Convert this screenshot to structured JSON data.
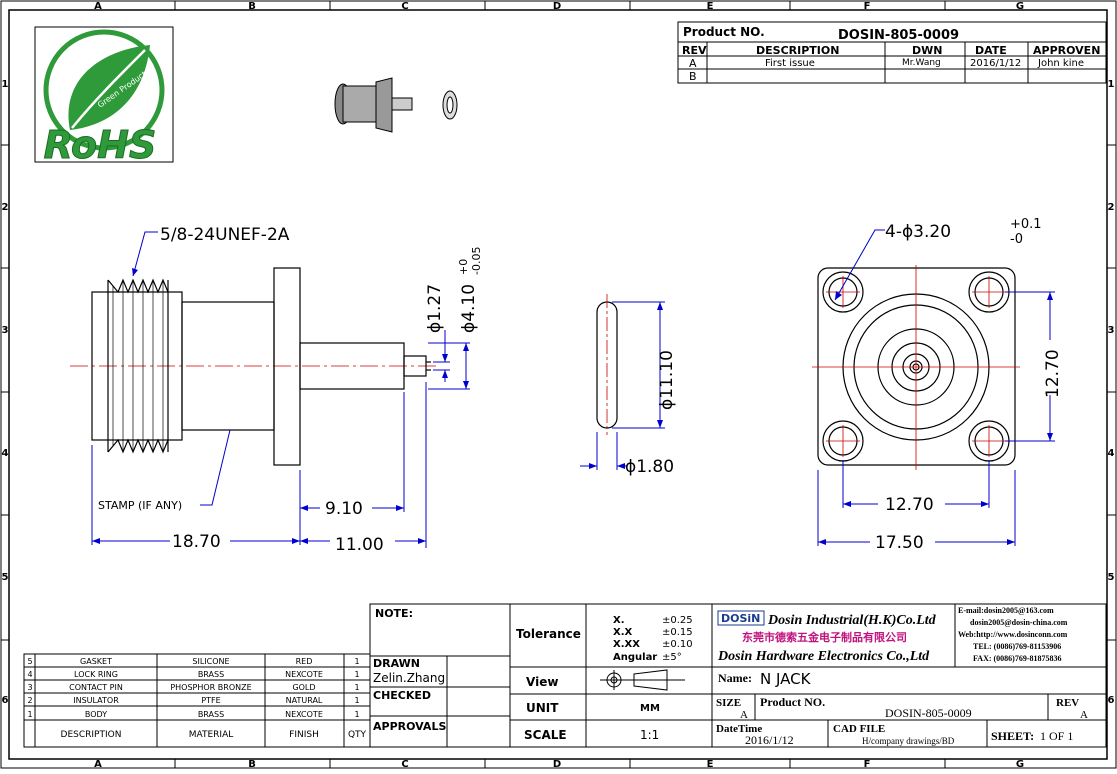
{
  "grid": {
    "cols": [
      "A",
      "B",
      "C",
      "D",
      "E",
      "F",
      "G"
    ],
    "rows": [
      "1",
      "2",
      "3",
      "4",
      "5",
      "6"
    ]
  },
  "logo": {
    "text": "RoHS",
    "small": "Green Product"
  },
  "revision_block": {
    "product_no_label": "Product NO.",
    "product_no": "DOSIN-805-0009",
    "headers": [
      "REV",
      "DESCRIPTION",
      "DWN",
      "DATE",
      "APPROVEN"
    ],
    "rows": [
      [
        "A",
        "First issue",
        "Mr.Wang",
        "2016/1/12",
        "John kine"
      ],
      [
        "B",
        "",
        "",
        "",
        ""
      ]
    ]
  },
  "dims": {
    "thread": "5/8-24UNEF-2A",
    "d127": "ϕ1.27",
    "d410": "ϕ4.10",
    "d410_tol_top": "+0",
    "d410_tol_bot": "-0.05",
    "stamp": "STAMP (IF ANY)",
    "len910": "9.10",
    "len1870": "18.70",
    "len1100": "11.00",
    "d1110": "ϕ11.10",
    "d180": "ϕ1.80",
    "holes": "4-ϕ3.20",
    "holes_tol_top": "+0.1",
    "holes_tol_bot": "-0",
    "v1270": "12.70",
    "h1270": "12.70",
    "w1750": "17.50"
  },
  "bom": {
    "headers": [
      "DESCRIPTION",
      "MATERIAL",
      "FINISH",
      "QTY"
    ],
    "rows": [
      [
        "5",
        "GASKET",
        "SILICONE",
        "RED",
        "1"
      ],
      [
        "4",
        "LOCK RING",
        "BRASS",
        "NEXCOTE",
        "1"
      ],
      [
        "3",
        "CONTACT PIN",
        "PHOSPHOR BRONZE",
        "GOLD",
        "1"
      ],
      [
        "2",
        "INSULATOR",
        "PTFE",
        "NATURAL",
        "1"
      ],
      [
        "1",
        "BODY",
        "BRASS",
        "NEXCOTE",
        "1"
      ]
    ]
  },
  "title_block": {
    "note": "NOTE:",
    "drawn_label": "DRAWN",
    "drawn_name": "Zelin.Zhang",
    "checked_label": "CHECKED",
    "approvals_label": "APPROVALS",
    "tolerance_label": "Tolerance",
    "tol_rows": [
      [
        "X.",
        "±0.25"
      ],
      [
        "X.X",
        "±0.15"
      ],
      [
        "X.XX",
        "±0.10"
      ],
      [
        "Angular",
        "±5°"
      ]
    ],
    "view_label": "View",
    "unit_label": "UNIT",
    "unit_value": "MM",
    "scale_label": "SCALE",
    "scale_value": "1:1",
    "company_badge": "DOSiN",
    "company_en": "Dosin Industrial(H.K)Co.Ltd",
    "company_cn": "东莞市德索五金电子制品有限公司",
    "company_en2": "Dosin Hardware Electronics Co.,Ltd",
    "contact": [
      "E-mail:dosin2005@163.com",
      "dosin2005@dosin-china.com",
      "Web:http://www.dosinconn.com",
      "TEL: (0086)769-81153906",
      "FAX: (0086)769-81875836"
    ],
    "name_label": "Name:",
    "name_value": "N JACK",
    "size_label": "SIZE",
    "size_value": "A",
    "product_label": "Product NO.",
    "product_value": "DOSIN-805-0009",
    "rev_label": "REV",
    "rev_value": "A",
    "date_label": "DateTime",
    "date_value": "2016/1/12",
    "cad_label": "CAD FILE",
    "cad_value": "H/company drawings/BD",
    "sheet_label": "SHEET:",
    "sheet_value": "1 OF 1"
  }
}
